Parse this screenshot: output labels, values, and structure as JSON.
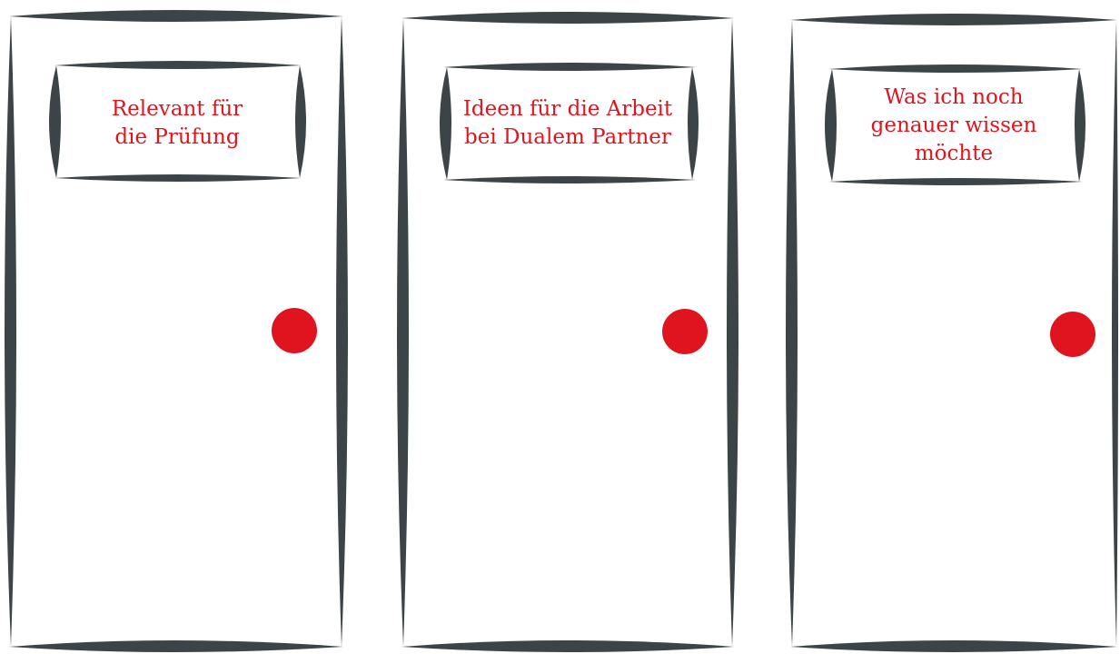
{
  "doors": [
    {
      "label": "Relevant für\ndie Prüfung"
    },
    {
      "label": "Ideen für die Arbeit\nbei Dualem Partner"
    },
    {
      "label": "Was ich noch\ngenauer wissen\nmöchte"
    }
  ],
  "colors": {
    "frame": "#3d4448",
    "accent": "#e0141e",
    "background": "#ffffff"
  }
}
